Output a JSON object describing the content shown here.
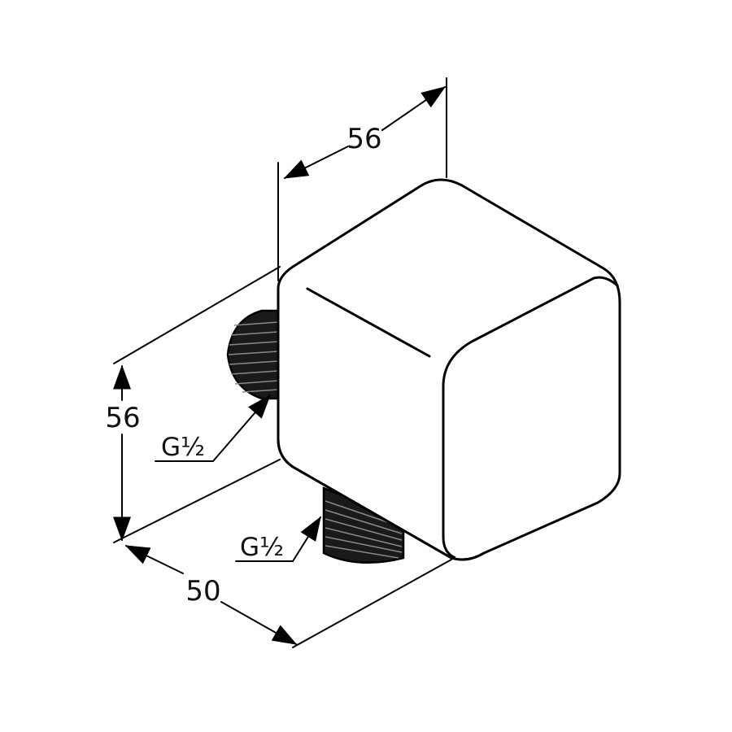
{
  "dimensions": {
    "width_label": "56",
    "height_label": "56",
    "depth_label": "50"
  },
  "threads": {
    "side_outlet_label": "G½",
    "bottom_outlet_label": "G½"
  },
  "colors": {
    "line": "#000000",
    "thread_fill": "#1a1a1a",
    "background": "#ffffff"
  }
}
